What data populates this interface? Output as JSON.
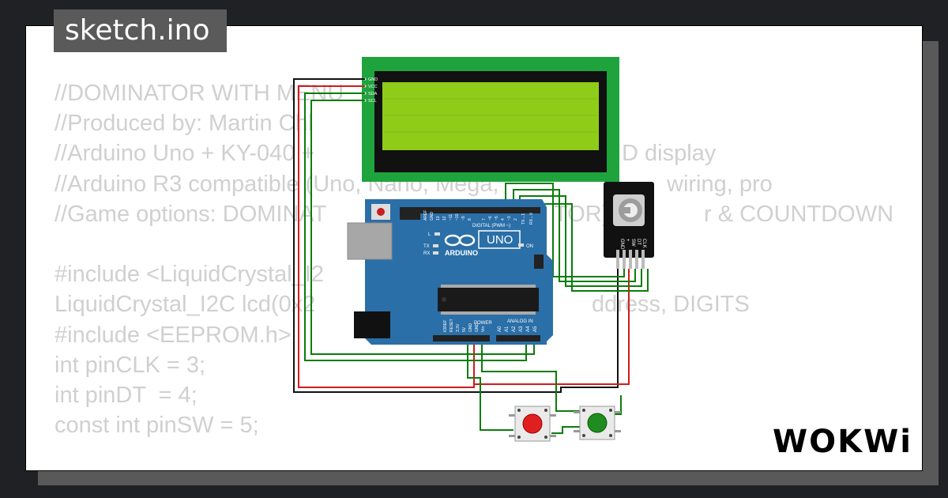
{
  "title": "sketch.ino",
  "code_lines": [
    "//DOMINATOR WITH MENU",
    "//Produced by: Martin Chl",
    "//Arduino Uno + KY-040 + ",
    "//Arduino R3 compatible (Uno, Nano, Mega, ",
    "//Game options: DOMINAT",
    "",
    "#include <LiquidCrystal_I2",
    "LiquidCrystal_I2C lcd(0x2",
    "#include <EEPROM.h>",
    "int pinCLK = 3;",
    "int pinDT  = 4;",
    "const int pinSW = 5;"
  ],
  "code_fragments": {
    "line3_tail": "D display",
    "line4_tail": "wiring, pro",
    "line5_tail": "r & COUNTDOWN",
    "line5_mid": "TOR)",
    "line8_tail": "ddress, DIGITS"
  },
  "brand": "WOKWi",
  "lcd": {
    "pins": [
      "GND",
      "VCC",
      "SDA",
      "SCL"
    ]
  },
  "encoder": {
    "pins": [
      "GND",
      "+",
      "SW",
      "DT",
      "CLK"
    ]
  },
  "arduino": {
    "model": "UNO",
    "brand": "ARDUINO",
    "digital_label": "DIGITAL (PWM ~)",
    "analog_label": "ANALOG IN",
    "power_label": "POWER",
    "on_label": "ON",
    "tx_label": "TX",
    "rx_label": "RX",
    "l_label": "L",
    "top_pins": [
      "AREF",
      "GND",
      "13",
      "12",
      "~11",
      "~10",
      "~9",
      "8",
      "7",
      "~6",
      "~5",
      "4",
      "~3",
      "2",
      "TX→1",
      "RX←0"
    ],
    "power_pins": [
      "IOREF",
      "RESET",
      "3.3V",
      "5V",
      "GND",
      "GND",
      "Vin"
    ],
    "analog_pins": [
      "A0",
      "A1",
      "A2",
      "A3",
      "A4",
      "A5"
    ]
  },
  "buttons": [
    {
      "color": "red",
      "hex": "#e02020"
    },
    {
      "color": "green",
      "hex": "#1e8c1e"
    }
  ],
  "colors": {
    "background": "#202124",
    "card": "#ffffff",
    "code_text": "#d0d0d0",
    "tab": "#5a5a5a",
    "lcd_screen": "#8fcc1a",
    "lcd_pcb": "#1fa33c",
    "arduino_board": "#2b6fa8",
    "wire_green": "#0a7d0a",
    "wire_red": "#d11b1b",
    "wire_black": "#111111"
  }
}
